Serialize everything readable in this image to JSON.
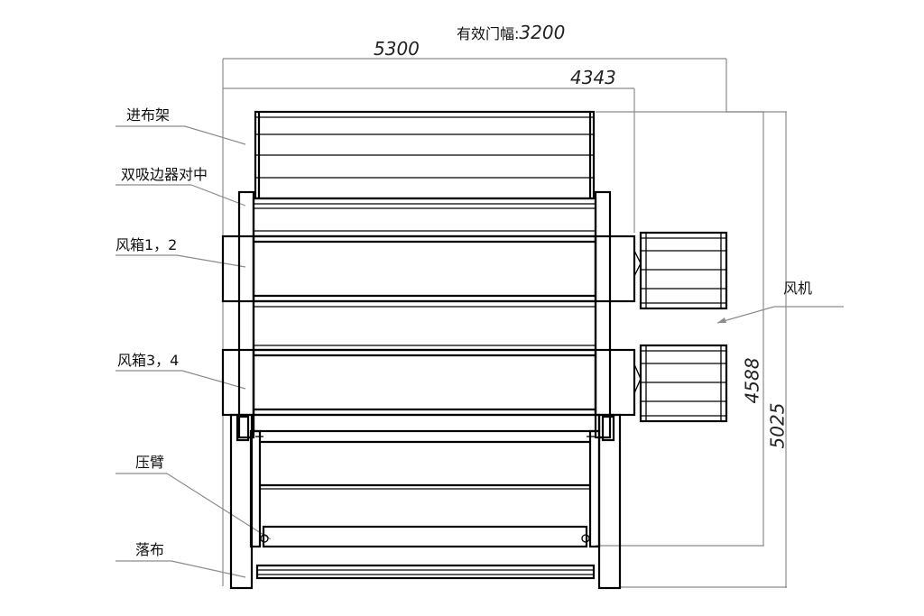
{
  "title": {
    "label": "有效门幅:",
    "value": "3200"
  },
  "dimensions": {
    "overall_width": "5300",
    "inner_width": "4343",
    "height_inner": "4588",
    "height_overall": "5025"
  },
  "callouts": {
    "feed_rack": "进布架",
    "edge_aligner": "双吸边器对中",
    "air_box_1_2": "风箱1，2",
    "air_box_3_4": "风箱3，4",
    "press_arm": "压臂",
    "cloth_drop": "落布",
    "fan": "风机"
  },
  "colors": {
    "line": "#000000",
    "dimension_line": "#8c8c8c",
    "background": "#ffffff"
  }
}
